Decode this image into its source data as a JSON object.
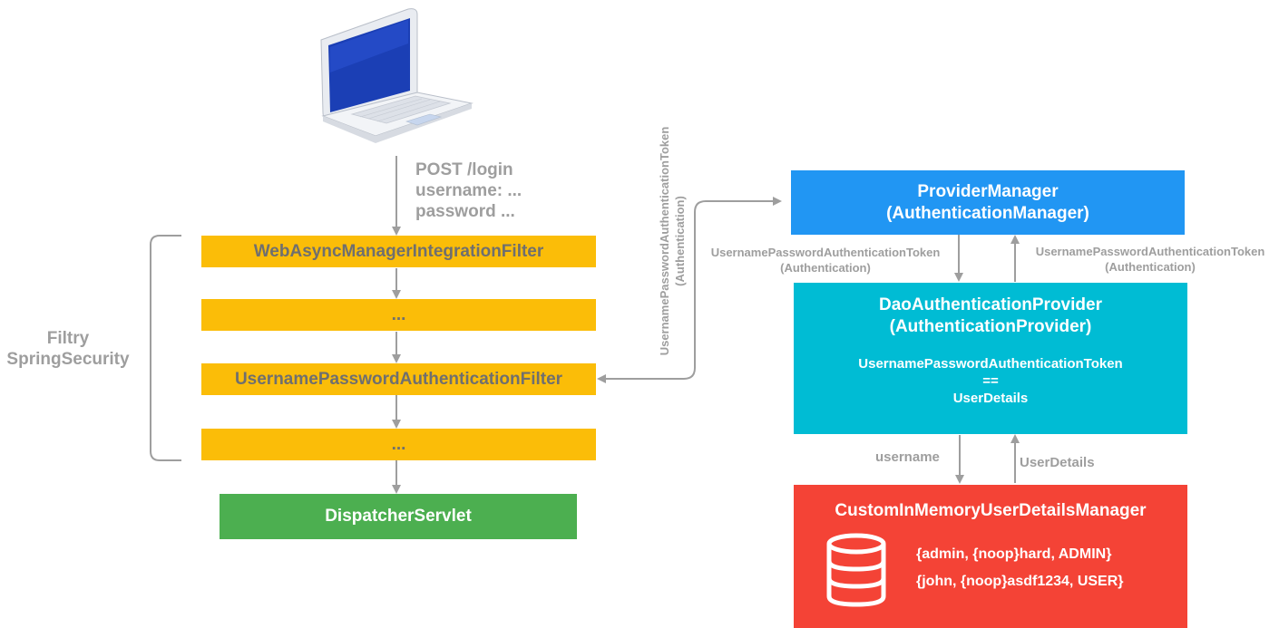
{
  "request": {
    "line1": "POST /login",
    "line2": "username: ...",
    "line3": "password ..."
  },
  "group": {
    "label_line1": "Filtry",
    "label_line2": "SpringSecurity"
  },
  "filters": [
    {
      "label": "WebAsyncManagerIntegrationFilter"
    },
    {
      "label": "..."
    },
    {
      "label": "UsernamePasswordAuthenticationFilter"
    },
    {
      "label": "..."
    }
  ],
  "servlet": {
    "label": "DispatcherServlet"
  },
  "vertical_token": {
    "line1": "UsernamePasswordAuthenticationToken",
    "line2": "(Authentication)"
  },
  "provider_manager": {
    "line1": "ProviderManager",
    "line2": "(AuthenticationManager)"
  },
  "pm_to_dao": {
    "line1": "UsernamePasswordAuthenticationToken",
    "line2": "(Authentication)"
  },
  "dao_to_pm": {
    "line1": "UsernamePasswordAuthenticationToken",
    "line2": "(Authentication)"
  },
  "dao": {
    "line1": "DaoAuthenticationProvider",
    "line2": "(AuthenticationProvider)",
    "sub1": "UsernamePasswordAuthenticationToken",
    "sub2": "==",
    "sub3": "UserDetails"
  },
  "dao_to_um": "username",
  "um_to_dao": "UserDetails",
  "user_manager": {
    "title": "CustomInMemoryUserDetailsManager",
    "users": [
      "{admin, {noop}hard, ADMIN}",
      "{john, {noop}asdf1234, USER}"
    ]
  },
  "colors": {
    "filter": "#fbbd08",
    "servlet": "#4caf50",
    "provider_manager": "#2196f3",
    "dao": "#00bcd4",
    "user_manager": "#f44336",
    "arrow": "#9e9e9e"
  },
  "icons": {
    "client": "laptop-icon",
    "store": "database-icon"
  }
}
